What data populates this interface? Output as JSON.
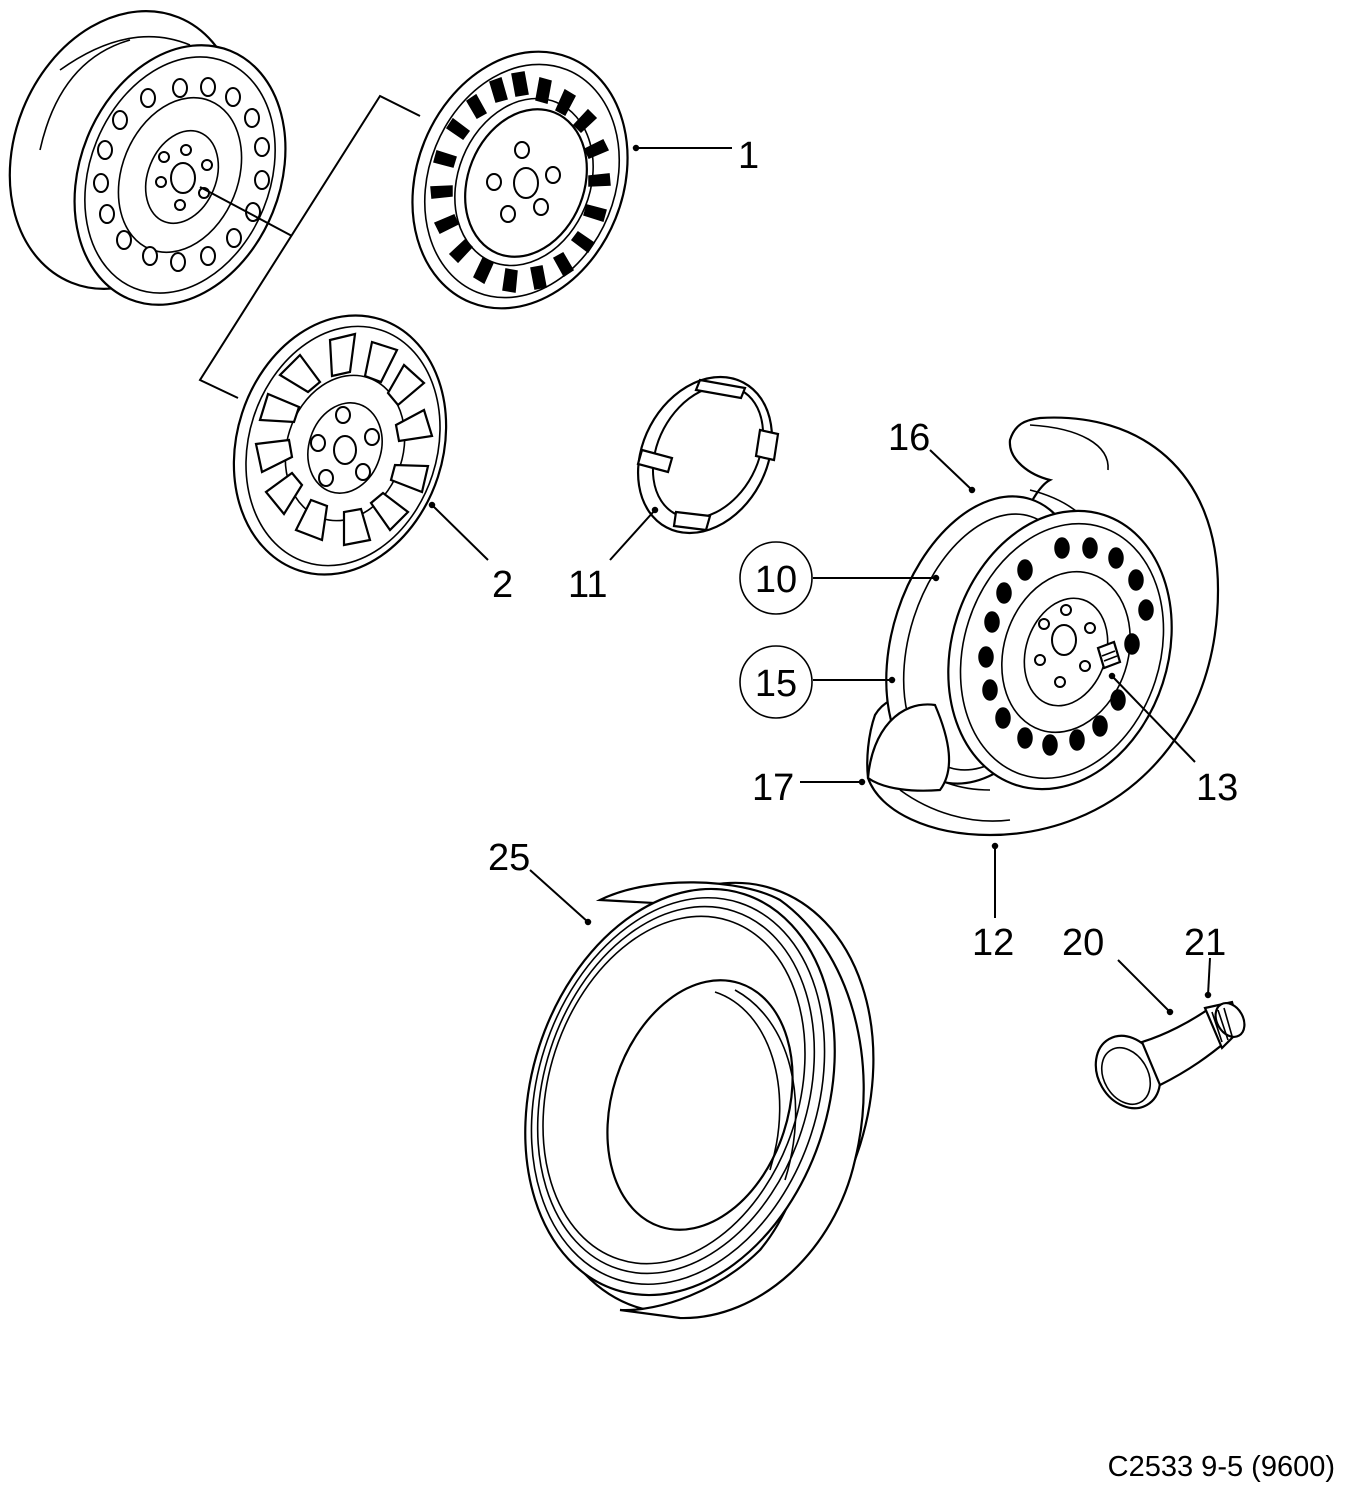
{
  "callouts": [
    {
      "id": "1",
      "label": "1"
    },
    {
      "id": "2",
      "label": "2"
    },
    {
      "id": "10",
      "label": "10",
      "circled": true
    },
    {
      "id": "11",
      "label": "11"
    },
    {
      "id": "12",
      "label": "12"
    },
    {
      "id": "13",
      "label": "13"
    },
    {
      "id": "15",
      "label": "15",
      "circled": true
    },
    {
      "id": "16",
      "label": "16"
    },
    {
      "id": "17",
      "label": "17"
    },
    {
      "id": "20",
      "label": "20"
    },
    {
      "id": "21",
      "label": "21"
    },
    {
      "id": "25",
      "label": "25"
    }
  ],
  "reference": "C2533 9-5 (9600)"
}
